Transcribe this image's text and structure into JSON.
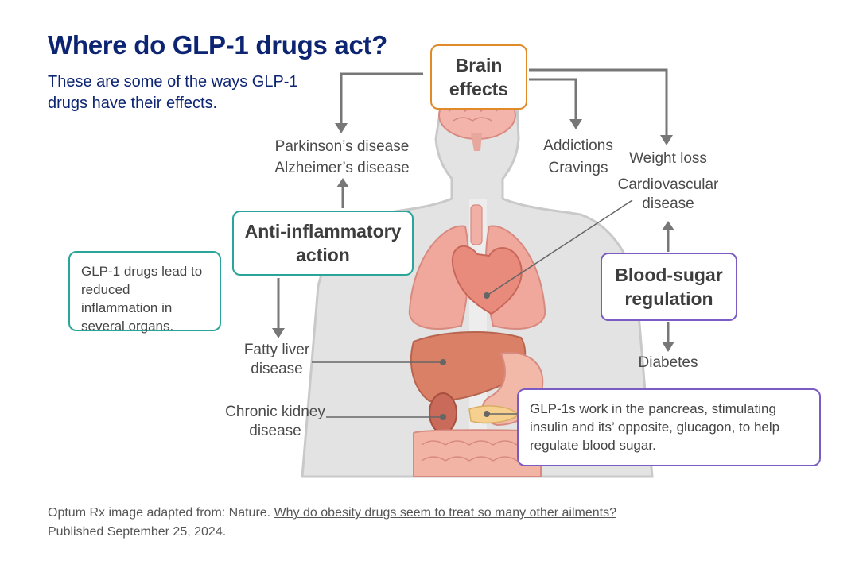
{
  "title": "Where do GLP-1 drugs act?",
  "subtitle": "These are some of the ways GLP-1 drugs have their effects.",
  "boxes": {
    "brain": {
      "line1": "Brain",
      "line2": "effects"
    },
    "anti_inflammatory": {
      "line1": "Anti-inflammatory",
      "line2": "action"
    },
    "blood_sugar": {
      "line1": "Blood-sugar",
      "line2": "regulation"
    }
  },
  "outcomes": {
    "parkinsons": "Parkinson’s disease",
    "alzheimers": "Alzheimer’s disease",
    "addictions": "Addictions",
    "cravings": "Cravings",
    "weight_loss": "Weight loss",
    "cardio_line1": "Cardiovascular",
    "cardio_line2": "disease",
    "fatty_line1": "Fatty liver",
    "fatty_line2": "disease",
    "kidney_line1": "Chronic kidney",
    "kidney_line2": "disease",
    "diabetes": "Diabetes"
  },
  "notes": {
    "inflammation": "GLP-1 drugs lead to reduced inflammation in several organs.",
    "pancreas": "GLP-1s work in the pancreas, stimulating insulin and its’ opposite, glucagon, to help regulate blood sugar."
  },
  "footer": {
    "prefix": "Optum Rx image adapted from: Nature.",
    "link": "Why do obesity drugs seem to treat so many other ailments?",
    "published": "Published September 25, 2024."
  },
  "colors": {
    "title": "#0c2472",
    "brain_border": "#e08a2a",
    "inflammation_border": "#2aa59a",
    "blood_sugar_border": "#7b5cc4",
    "arrow": "#777777"
  }
}
